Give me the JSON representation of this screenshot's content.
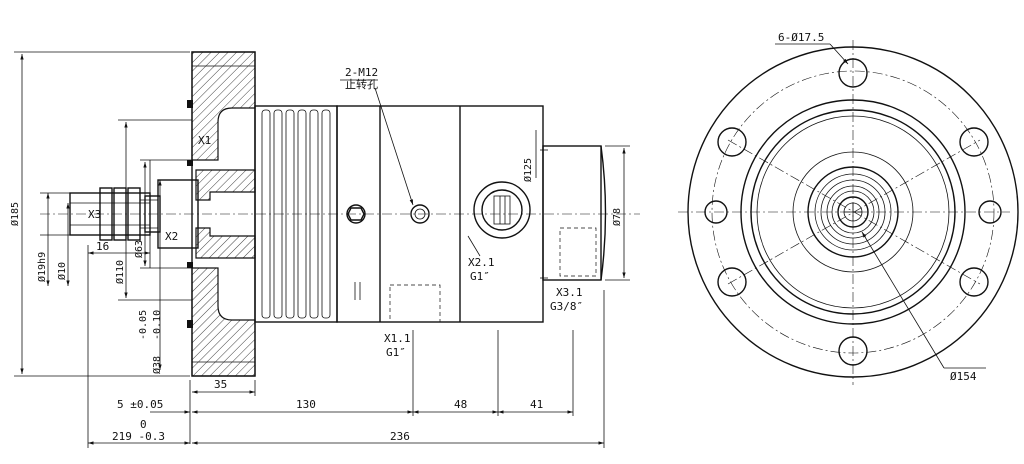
{
  "labels": {
    "x1": "X1",
    "x2": "X2",
    "x3": "X3",
    "m12_line1": "2-M12",
    "m12_line2": "止转孔",
    "x11": "X1.1",
    "x11_thread": "G1″",
    "x21": "X2.1",
    "x21_thread": "G1″",
    "x31": "X3.1",
    "x31_thread": "G3/8″",
    "holes": "6-Ø17.5",
    "pcd": "Ø154"
  },
  "dims": {
    "d185": "Ø185",
    "d19h9": "Ø19h9",
    "d10": "Ø10",
    "d16": "16",
    "d110": "Ø110",
    "d63": "Ø63",
    "tol_a": "-0.05",
    "tol_b": "-0.10",
    "d38": "Ø38",
    "d125": "Ø125",
    "d78": "Ø78",
    "w35": "35",
    "w5": "5 ±0.05",
    "w130": "130",
    "w48": "48",
    "w41": "41",
    "w0": "0",
    "w219": "219 -0.3",
    "w236": "236"
  }
}
